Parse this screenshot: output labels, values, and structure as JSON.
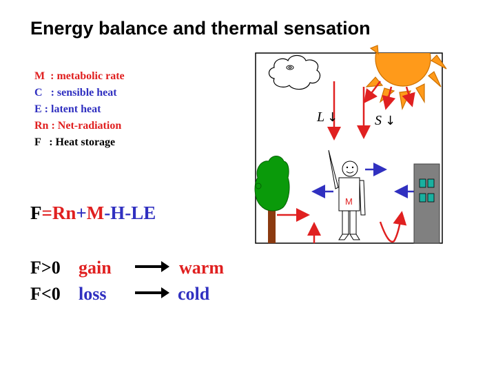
{
  "title": "Energy balance and thermal sensation",
  "legend": [
    {
      "symbol": "M",
      "sep": "  : ",
      "text": "metabolic rate",
      "color": "#e02020"
    },
    {
      "symbol": "C",
      "sep": "   : ",
      "text": "sensible heat",
      "color": "#3030c0"
    },
    {
      "symbol": "E",
      "sep": " : ",
      "text": "latent heat",
      "color": "#3030c0"
    },
    {
      "symbol": "Rn",
      "sep": " : ",
      "text": "Net-radiation",
      "color": "#e02020"
    },
    {
      "symbol": "F",
      "sep": "   : ",
      "text": "Heat storage",
      "color": "#000000"
    }
  ],
  "formula": {
    "f": "F",
    "eq": "=",
    "rn": "Rn",
    "plus": "+",
    "m": "M",
    "rest": "-H-LE"
  },
  "conditions": [
    {
      "lhs": "F>0",
      "state": "gain",
      "result": "warm",
      "color": "#e02020"
    },
    {
      "lhs": "F<0",
      "state": "loss",
      "result": "cold",
      "color": "#3030c0"
    }
  ],
  "diagram": {
    "longwave_label": "L",
    "shortwave_label": "S",
    "down_arrow": "↓",
    "person_label": "M"
  },
  "colors": {
    "red": "#e02020",
    "blue": "#3030c0",
    "sun": "#ff9a1a",
    "tree": "#0a9a0a",
    "trunk": "#8b3a10",
    "building": "#808080",
    "window": "#1ab0a0"
  }
}
